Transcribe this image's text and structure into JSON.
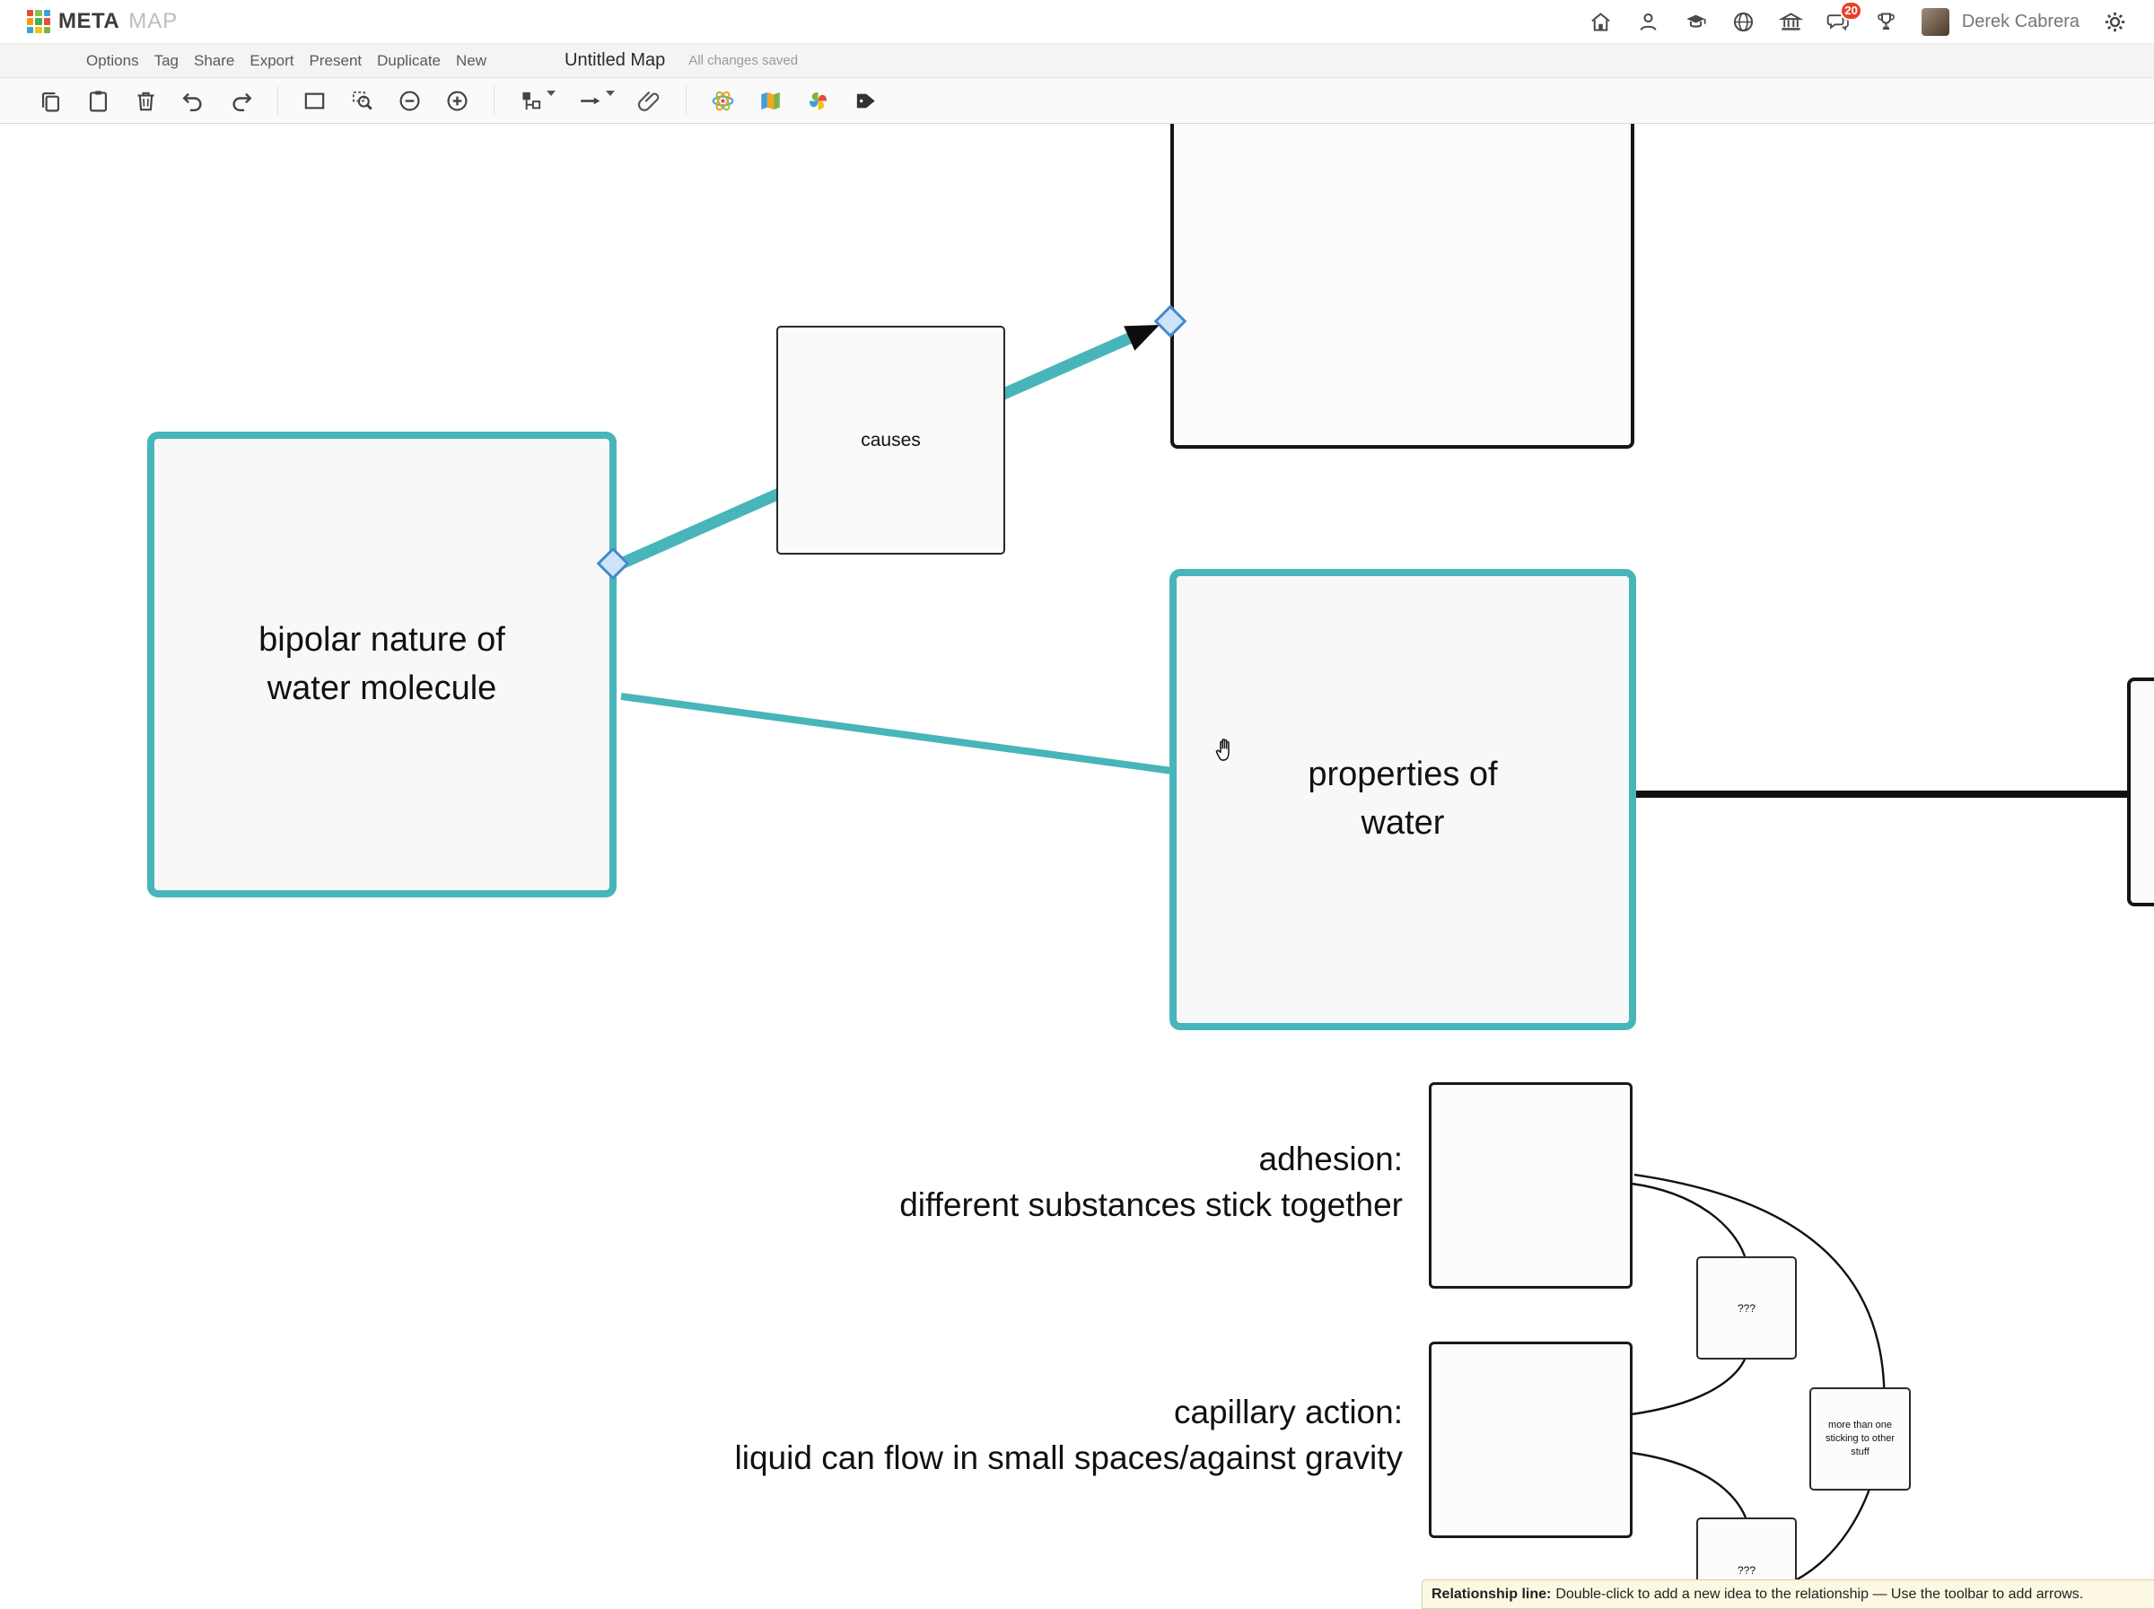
{
  "app": {
    "brand_meta": "META",
    "brand_map": "MAP"
  },
  "header": {
    "user_name": "Derek Cabrera",
    "notification_count": "20",
    "icons": [
      "home-icon",
      "profile-icon",
      "courses-icon",
      "globe-icon",
      "institution-icon",
      "messages-icon",
      "achievements-icon",
      "settings-icon"
    ]
  },
  "menubar": {
    "items": [
      "Options",
      "Tag",
      "Share",
      "Export",
      "Present",
      "Duplicate",
      "New"
    ],
    "map_title": "Untitled Map",
    "save_status": "All changes saved"
  },
  "toolbar": {
    "icons": [
      "copy-icon",
      "paste-icon",
      "delete-icon",
      "undo-icon",
      "redo-icon",
      "shape-rectangle-icon",
      "zoom-select-icon",
      "zoom-out-icon",
      "zoom-in-icon",
      "node-style-icon",
      "arrow-style-icon",
      "attachment-icon",
      "metamap-atom-icon",
      "map-panels-icon",
      "pinwheel-icon",
      "tag-icon"
    ]
  },
  "canvas": {
    "nodes": {
      "causes": {
        "label": "causes"
      },
      "bipolar": {
        "label": "bipolar nature of water molecule"
      },
      "properties": {
        "label": "properties of water"
      },
      "question_top": {
        "label": "???"
      },
      "more_stuff": {
        "label": "more than one sticking to other stuff"
      },
      "question_bottom": {
        "label": "???"
      }
    },
    "texts": {
      "adhesion_line1": "adhesion:",
      "adhesion_line2": "different substances stick together",
      "capillary_line1": "capillary action:",
      "capillary_line2": "liquid can flow in small spaces/against gravity"
    },
    "tooltip": {
      "title": "Relationship line:",
      "body": "Double-click to add a new idea to the relationship — Use the toolbar to add arrows."
    }
  },
  "colors": {
    "teal": "#47b5b9",
    "handle_fill": "#cfe4f8",
    "handle_border": "#4489cc",
    "badge_red": "#e8402a",
    "tooltip_bg": "#fcf8e1"
  }
}
